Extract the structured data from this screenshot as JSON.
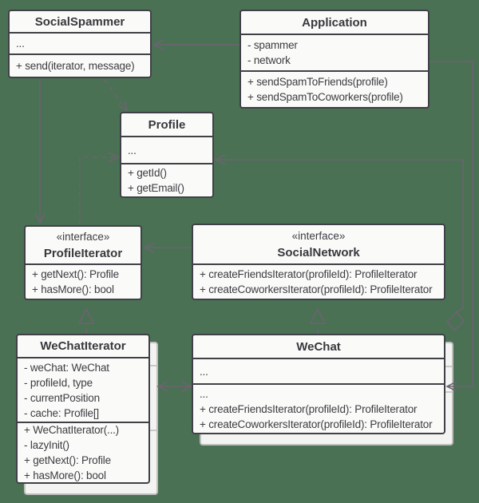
{
  "diagram": {
    "type": "uml-class-diagram",
    "pattern": "Iterator",
    "colors": {
      "background": "#4b7154",
      "box_fill": "#fafaf8",
      "box_border": "#404048",
      "connector": "#6b6470",
      "text": "#3d3d43"
    },
    "classes": [
      {
        "name": "SocialSpammer",
        "stereotype": "",
        "attributes": [
          "..."
        ],
        "methods": [
          "+ send(iterator, message)"
        ]
      },
      {
        "name": "Application",
        "stereotype": "",
        "attributes": [
          "- spammer",
          "- network"
        ],
        "methods": [
          "+ sendSpamToFriends(profile)",
          "+ sendSpamToCoworkers(profile)"
        ]
      },
      {
        "name": "Profile",
        "stereotype": "",
        "attributes": [
          "..."
        ],
        "methods": [
          "+ getId()",
          "+ getEmail()"
        ]
      },
      {
        "name": "ProfileIterator",
        "stereotype": "«interface»",
        "attributes": [],
        "methods": [
          "+ getNext(): Profile",
          "+ hasMore(): bool"
        ]
      },
      {
        "name": "SocialNetwork",
        "stereotype": "«interface»",
        "attributes": [],
        "methods": [
          "+ createFriendsIterator(profileId): ProfileIterator",
          "+ createCoworkersIterator(profileId): ProfileIterator"
        ]
      },
      {
        "name": "WeChatIterator",
        "stereotype": "",
        "attributes": [
          "- weChat: WeChat",
          "- profileId, type",
          "- currentPosition",
          "- cache: Profile[]"
        ],
        "methods": [
          "+ WeChatIterator(...)",
          "-  lazyInit()",
          "+ getNext(): Profile",
          "+ hasMore(): bool"
        ]
      },
      {
        "name": "WeChat",
        "stereotype": "",
        "attributes": [
          "..."
        ],
        "methods": [
          "...",
          "+ createFriendsIterator(profileId): ProfileIterator",
          "+ createCoworkersIterator(profileId): ProfileIterator"
        ]
      }
    ],
    "relationships": [
      {
        "from": "Application",
        "to": "SocialSpammer",
        "type": "association-arrow"
      },
      {
        "from": "SocialSpammer",
        "to": "ProfileIterator",
        "type": "association-arrow"
      },
      {
        "from": "SocialSpammer",
        "to": "Profile",
        "type": "dependency-dashed-arrow"
      },
      {
        "from": "ProfileIterator",
        "to": "Profile",
        "type": "dependency-dashed-arrow"
      },
      {
        "from": "SocialNetwork",
        "to": "ProfileIterator",
        "type": "association-arrow"
      },
      {
        "from": "Application",
        "to": "WeChat",
        "type": "association-arrow"
      },
      {
        "from": "WeChat",
        "to": "WeChatIterator",
        "type": "bidirectional-association"
      },
      {
        "from": "WeChatIterator",
        "to": "ProfileIterator",
        "type": "realization-dashed-hollow-triangle"
      },
      {
        "from": "WeChat",
        "to": "SocialNetwork",
        "type": "realization-dashed-hollow-triangle"
      },
      {
        "from": "WeChat",
        "to": "Profile",
        "type": "aggregation-hollow-diamond"
      }
    ]
  }
}
